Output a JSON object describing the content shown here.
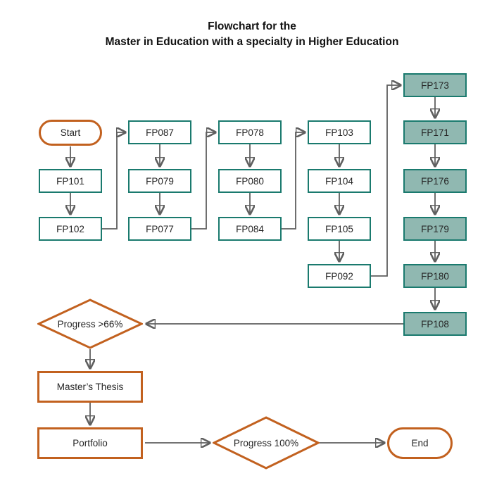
{
  "title": {
    "line1": "Flowchart for the",
    "line2": "Master in Education with a specialty in Higher Education"
  },
  "nodes": {
    "start": "Start",
    "fp101": "FP101",
    "fp102": "FP102",
    "fp087": "FP087",
    "fp079": "FP079",
    "fp077": "FP077",
    "fp078": "FP078",
    "fp080": "FP080",
    "fp084": "FP084",
    "fp103": "FP103",
    "fp104": "FP104",
    "fp105": "FP105",
    "fp092": "FP092",
    "fp173": "FP173",
    "fp171": "FP171",
    "fp176": "FP176",
    "fp179": "FP179",
    "fp180": "FP180",
    "fp108": "FP108",
    "progress66": "Progress >66%",
    "thesis": "Master’s Thesis",
    "portfolio": "Portfolio",
    "progress100": "Progress 100%",
    "end": "End"
  },
  "edges": [
    {
      "from": "Start",
      "to": "FP101"
    },
    {
      "from": "FP101",
      "to": "FP102"
    },
    {
      "from": "FP102",
      "to": "FP087"
    },
    {
      "from": "FP087",
      "to": "FP079"
    },
    {
      "from": "FP079",
      "to": "FP077"
    },
    {
      "from": "FP077",
      "to": "FP078"
    },
    {
      "from": "FP078",
      "to": "FP080"
    },
    {
      "from": "FP080",
      "to": "FP084"
    },
    {
      "from": "FP084",
      "to": "FP103"
    },
    {
      "from": "FP103",
      "to": "FP104"
    },
    {
      "from": "FP104",
      "to": "FP105"
    },
    {
      "from": "FP105",
      "to": "FP092"
    },
    {
      "from": "FP092",
      "to": "FP173"
    },
    {
      "from": "FP173",
      "to": "FP171"
    },
    {
      "from": "FP171",
      "to": "FP176"
    },
    {
      "from": "FP176",
      "to": "FP179"
    },
    {
      "from": "FP179",
      "to": "FP180"
    },
    {
      "from": "FP180",
      "to": "FP108"
    },
    {
      "from": "FP108",
      "to": "Progress >66%"
    },
    {
      "from": "Progress >66%",
      "to": "Master’s Thesis"
    },
    {
      "from": "Master’s Thesis",
      "to": "Portfolio"
    },
    {
      "from": "Portfolio",
      "to": "Progress 100%"
    },
    {
      "from": "Progress 100%",
      "to": "End"
    }
  ],
  "colors": {
    "orange": "#c2611f",
    "teal_border": "#1a7a6e",
    "teal_fill": "#90b8b1",
    "arrow": "#5f5f5f"
  }
}
